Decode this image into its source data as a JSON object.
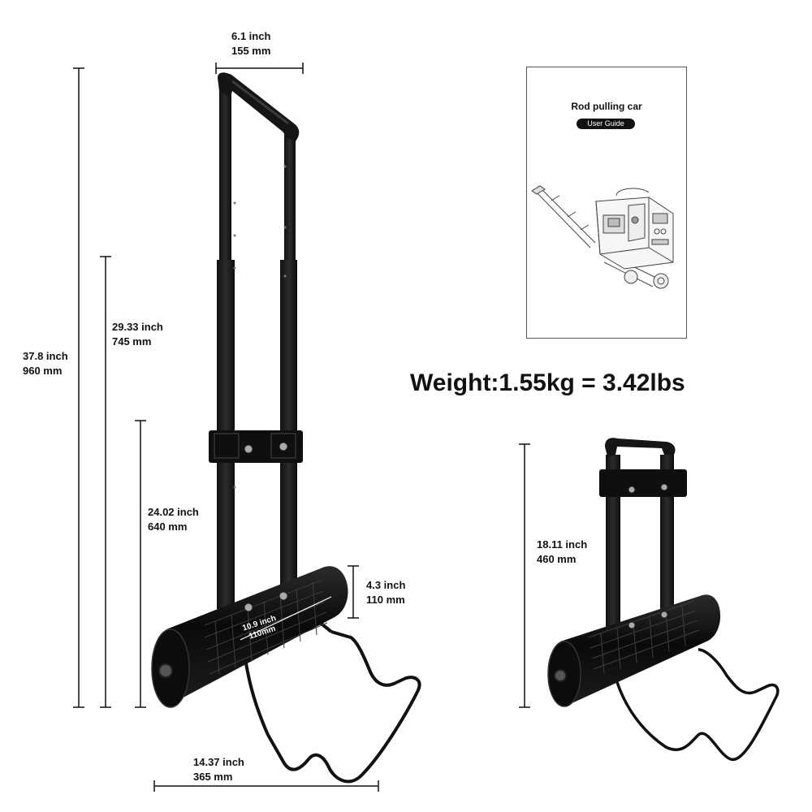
{
  "guide": {
    "title": "Rod pulling car",
    "subtitle": "User Guide",
    "icon": "trolley-with-power-station-illustration"
  },
  "weight": "Weight:1.55kg = 3.42lbs",
  "dimensions": {
    "handle_width": {
      "inch": "6.1 inch",
      "mm": "155 mm"
    },
    "total_height": {
      "inch": "37.8 inch",
      "mm": "960 mm"
    },
    "mid_height": {
      "inch": "29.33 inch",
      "mm": "745 mm"
    },
    "low_height": {
      "inch": "24.02 inch",
      "mm": "640 mm"
    },
    "base_depth": {
      "inch": "4.3 inch",
      "mm": "110 mm"
    },
    "base_width": {
      "inch": "10.9 inch",
      "mm": "110mm"
    },
    "frame_width": {
      "inch": "14.37 inch",
      "mm": "365 mm"
    },
    "folded_height": {
      "inch": "18.11 inch",
      "mm": "460 mm"
    }
  }
}
